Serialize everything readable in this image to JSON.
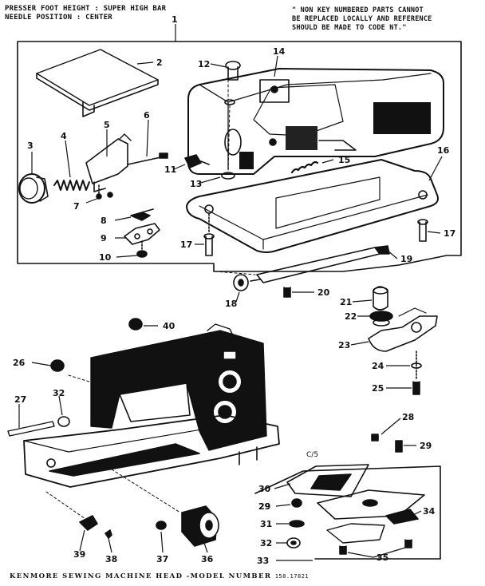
{
  "header": {
    "left_line1": "PRESSER FOOT HEIGHT : SUPER HIGH BAR",
    "left_line2": "NEEDLE POSITION : CENTER",
    "right_line1": "\" NON KEY NUMBERED PARTS CANNOT",
    "right_line2": "BE REPLACED LOCALLY AND REFERENCE",
    "right_line3": "SHOULD BE MADE TO CODE NT.\""
  },
  "footer": {
    "title": "KENMORE SEWING MACHINE HEAD -MODEL NUMBER",
    "model_number": "158.17821"
  },
  "plate_note": "C/5",
  "callouts": [
    "1",
    "2",
    "3",
    "4",
    "5",
    "6",
    "7",
    "8",
    "9",
    "10",
    "11",
    "12",
    "13",
    "14",
    "15",
    "16",
    "17",
    "17",
    "18",
    "19",
    "20",
    "21",
    "22",
    "23",
    "24",
    "25",
    "26",
    "27",
    "28",
    "29",
    "29",
    "30",
    "29",
    "31",
    "32",
    "33",
    "34",
    "35",
    "36",
    "37",
    "38",
    "39",
    "40",
    "32"
  ],
  "colors": {
    "ink": "#111111",
    "paper": "#ffffff"
  }
}
